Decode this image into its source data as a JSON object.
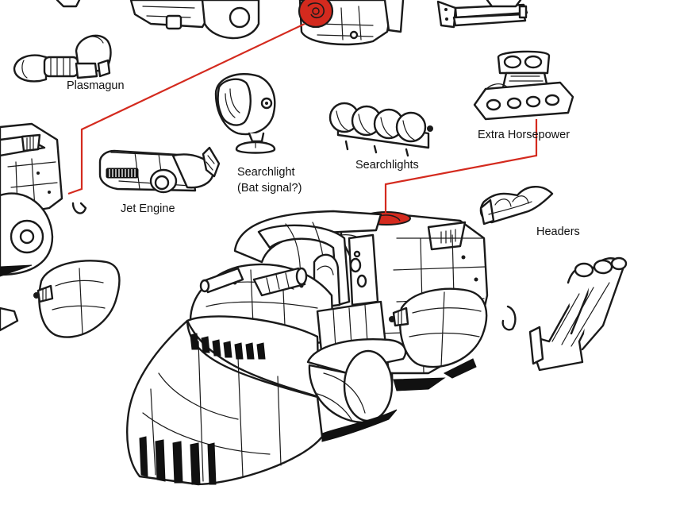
{
  "labels": {
    "plasmagun": "Plasmagun",
    "jet_engine": "Jet Engine",
    "searchlight_line1": "Searchlight",
    "searchlight_line2": "(Bat signal?)",
    "searchlights": "Searchlights",
    "extra_horsepower": "Extra Horsepower",
    "headers": "Headers"
  },
  "colors": {
    "accent": "#d42a1e",
    "ink": "#1a1a1a",
    "background": "#ffffff"
  }
}
